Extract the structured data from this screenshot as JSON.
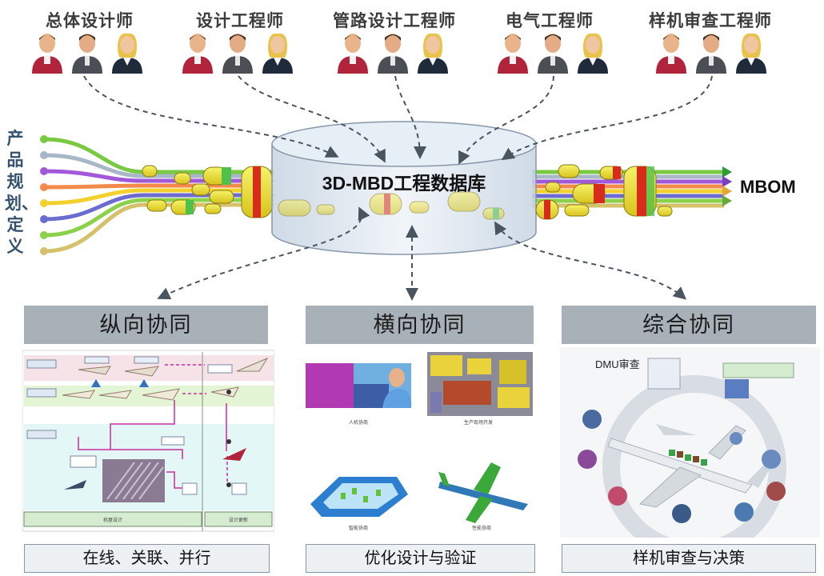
{
  "roles": [
    {
      "title": "总体设计师"
    },
    {
      "title": "设计工程师"
    },
    {
      "title": "管路设计工程师"
    },
    {
      "title": "电气工程师"
    },
    {
      "title": "样机审查工程师"
    }
  ],
  "left_label": "产品规划、定义",
  "database_label": "3D-MBD工程数据库",
  "output_label": "MBOM",
  "sections": [
    {
      "header": "纵向协同",
      "footer": "在线、关联、并行"
    },
    {
      "header": "横向协同",
      "footer": "优化设计与验证"
    },
    {
      "header": "综合协同",
      "footer": "样机审查与决策"
    }
  ],
  "left_panel": {
    "bottom_left": "机屋设计",
    "bottom_right": "设计更新"
  },
  "middle_panel": {
    "captions": [
      "人机协商",
      "生产现场开发",
      "智能协商",
      "性能协商"
    ]
  },
  "right_panel": {
    "title": "DMU审查"
  },
  "colors": {
    "lines": [
      "#7ac943",
      "#a7b7c8",
      "#a259d9",
      "#f48a4a",
      "#f2d12c",
      "#6b6bd0",
      "#8bd14a",
      "#d4c16a"
    ],
    "header_bg": "#a8b0b8",
    "cylinder_fill": "#dfe9f3"
  }
}
